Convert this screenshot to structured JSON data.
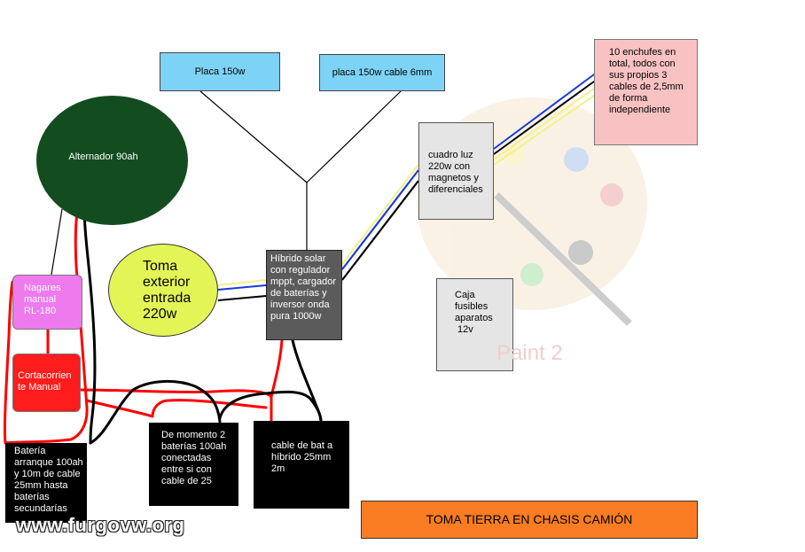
{
  "diagram": {
    "nodes": {
      "placa1": "Placa 150w",
      "placa2": "placa 150w cable 6mm",
      "alternador": "Alternador 90ah",
      "toma_exterior": "Toma\nexterior\nentrada\n220w",
      "hibrido": "Híbrido solar\ncon regulador\nmppt, cargador\nde baterías y\ninversor onda\npura 1000w",
      "cuadro": "cuadro luz\n220w con\nmagnetos y\ndiferenciales",
      "enchufes": "10 enchufes en\ntotal, todos con\nsus propios 3\ncables de 2,5mm\nde forma\nindependiente",
      "caja": "Caja\nfusibles\naparatos\n 12v",
      "nagares": "Nagares\nmanual\nRL-180",
      "cortacorriente": "Cortacorrien\nte Manual",
      "bateria_arranque": "Batería\narranque 100ah\ny 10m de cable\n25mm hasta\nbaterías\nsecundarías",
      "baterias_secundarias": "De momento 2\nbaterías 100ah\nconectadas\nentre si con\ncable de 25",
      "cable_bat": "cable de bat a\nhíbrido 25mm\n2m",
      "toma_tierra": "TOMA TIERRA EN CHASIS CAMIÓN"
    },
    "watermark": "www.furgovw.org",
    "background_label": "Paint 2",
    "colors": {
      "panel": "#7dd3f5",
      "alternator": "#134d1f",
      "shore_inlet": "#e3f556",
      "hybrid": "#5b5b5b",
      "breaker_box": "#e5e5e5",
      "sockets": "#f9c2c2",
      "relay": "#ee7aee",
      "cutoff": "#ff1c1c",
      "battery": "#000000",
      "ground": "#fa7d23",
      "wire_red": "#ff0000",
      "wire_black": "#000000",
      "wire_blue": "#1a3bd6",
      "wire_yellow": "#f2f28a"
    }
  }
}
